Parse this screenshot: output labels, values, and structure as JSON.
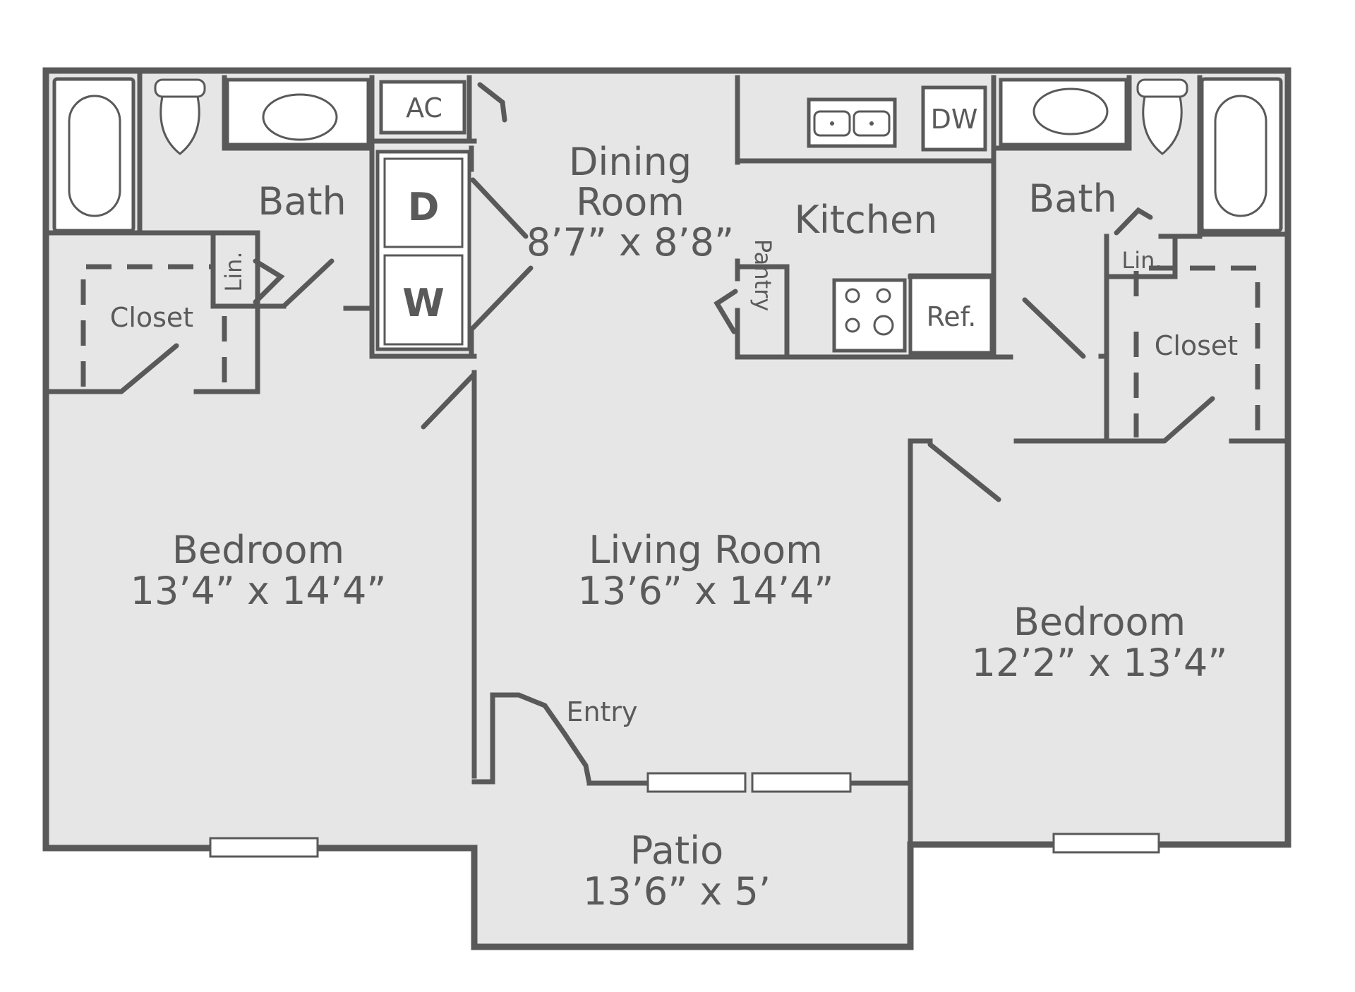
{
  "rooms": {
    "bedroom_left": {
      "name": "Bedroom",
      "dims": "13’4” x 14’4”"
    },
    "living_room": {
      "name": "Living Room",
      "dims": "13’6” x 14’4”"
    },
    "bedroom_right": {
      "name": "Bedroom",
      "dims": "12’2” x 13’4”"
    },
    "dining_room": {
      "name_line1": "Dining",
      "name_line2": "Room",
      "dims": "8’7” x 8’8”"
    },
    "patio": {
      "name": "Patio",
      "dims": "13’6” x 5’"
    },
    "kitchen": {
      "name": "Kitchen"
    },
    "bath_left": {
      "name": "Bath"
    },
    "bath_right": {
      "name": "Bath"
    },
    "closet_left": {
      "name": "Closet"
    },
    "closet_right": {
      "name": "Closet"
    },
    "linen_left": {
      "name": "Lin."
    },
    "linen_right": {
      "name": "Lin."
    },
    "pantry": {
      "name": "Pantry"
    },
    "entry": {
      "name": "Entry"
    }
  },
  "appliances": {
    "ac": "AC",
    "dryer": "D",
    "washer": "W",
    "dishwasher": "DW",
    "refrigerator": "Ref."
  },
  "colors": {
    "wall": "#595959",
    "floor": "#e6e6e6",
    "fixture": "#ffffff"
  }
}
